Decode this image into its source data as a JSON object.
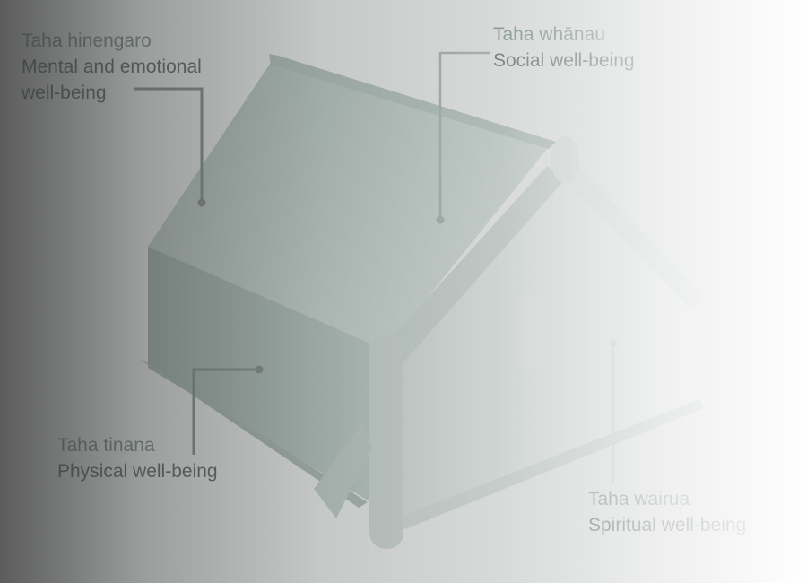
{
  "diagram": {
    "subject": "wharenui (meeting house) with four labelled dimensions",
    "colors": {
      "house_wall": "#7f958f",
      "house_roof": "#93a8a2",
      "house_front": "#b9c6c2",
      "callout_line": "#5c6b67",
      "text_maori": "#4f6a62",
      "text_english": "#2f3d39",
      "gradient_left": "#5e5e5e",
      "gradient_right": "#ffffff"
    },
    "labels": [
      {
        "id": "hinengaro",
        "maori": "Taha hinengaro",
        "english_line1": "Mental and emotional",
        "english_line2": "well-being",
        "position": "top-left"
      },
      {
        "id": "whanau",
        "maori": "Taha whānau",
        "english_line1": "Social well-being",
        "position": "top-center"
      },
      {
        "id": "tinana",
        "maori": "Taha tinana",
        "english_line1": "Physical well-being",
        "position": "bottom-left"
      },
      {
        "id": "wairua",
        "maori": "Taha wairua",
        "english_line1": "Spiritual well-being",
        "position": "bottom-right"
      }
    ]
  }
}
